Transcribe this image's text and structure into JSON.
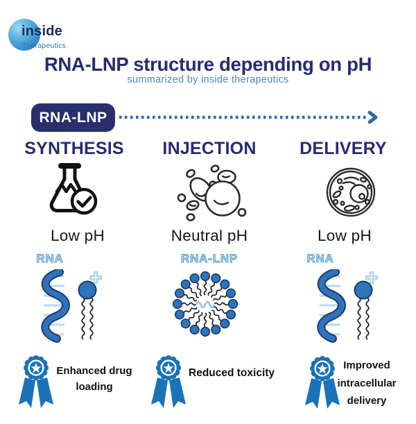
{
  "logo": {
    "name": "inside",
    "subname": "Therapeutics"
  },
  "header": {
    "title": "RNA-LNP structure depending on pH",
    "subtitle": "summarized by inside therapeutics"
  },
  "flow": {
    "pill_label": "RNA-LNP",
    "arrow_icon": "dotted-arrow-icon"
  },
  "columns": [
    {
      "stage": "SYNTHESIS",
      "icon": "flask-check-icon",
      "ph": "Low pH",
      "molecule_label": "RNA",
      "diagram": "rna-helix-and-ionizable-lipid",
      "benefit": "Enhanced drug loading"
    },
    {
      "stage": "INJECTION",
      "icon": "blood-cells-icon",
      "ph": "Neutral pH",
      "molecule_label": "RNA-LNP",
      "diagram": "assembled-lnp-particle",
      "benefit": "Reduced toxicity"
    },
    {
      "stage": "DELIVERY",
      "icon": "cell-icon",
      "ph": "Low pH",
      "molecule_label": "RNA",
      "diagram": "rna-helix-and-ionizable-lipid",
      "benefit": "Improved intracellular delivery"
    }
  ],
  "badges": {
    "icon": "award-ribbon-icon"
  },
  "colors": {
    "navy": "#272c6f",
    "pill_navy": "#292e6d",
    "arrow_blue": "#2b6ba5",
    "subtitle_blue": "#4e89ba",
    "rna_label_fill": "#b7d9ee",
    "rna_label_stroke": "#5e9dc8",
    "lipid_blue": "#2f74ba",
    "badge_blue": "#1b72b8",
    "icon_stroke": "#1e1e1e"
  }
}
